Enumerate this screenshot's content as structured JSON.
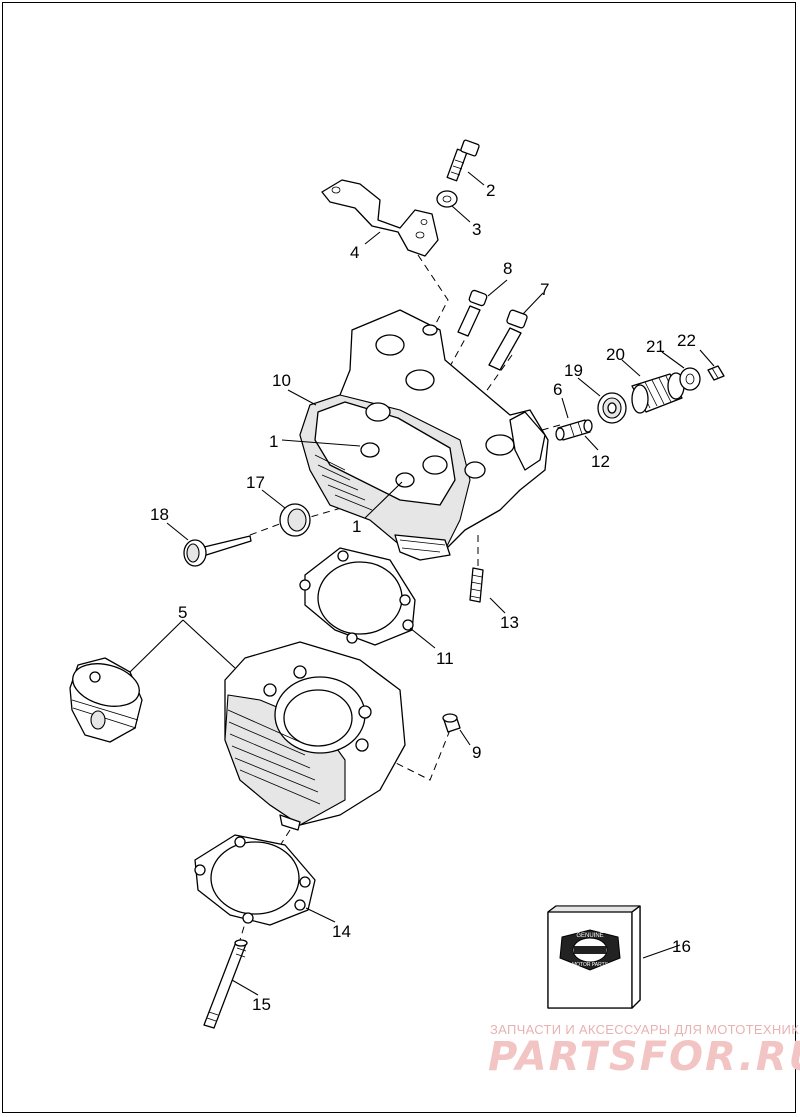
{
  "callouts": [
    {
      "id": "c1a",
      "text": "1"
    },
    {
      "id": "c1b",
      "text": "1"
    },
    {
      "id": "c2",
      "text": "2"
    },
    {
      "id": "c3",
      "text": "3"
    },
    {
      "id": "c4",
      "text": "4"
    },
    {
      "id": "c5",
      "text": "5"
    },
    {
      "id": "c6",
      "text": "6"
    },
    {
      "id": "c7",
      "text": "7"
    },
    {
      "id": "c8",
      "text": "8"
    },
    {
      "id": "c9",
      "text": "9"
    },
    {
      "id": "c10",
      "text": "10"
    },
    {
      "id": "c11",
      "text": "11"
    },
    {
      "id": "c12",
      "text": "12"
    },
    {
      "id": "c13",
      "text": "13"
    },
    {
      "id": "c14",
      "text": "14"
    },
    {
      "id": "c15",
      "text": "15"
    },
    {
      "id": "c16",
      "text": "16"
    },
    {
      "id": "c17",
      "text": "17"
    },
    {
      "id": "c18",
      "text": "18"
    },
    {
      "id": "c19",
      "text": "19"
    },
    {
      "id": "c20",
      "text": "20"
    },
    {
      "id": "c21",
      "text": "21"
    },
    {
      "id": "c22",
      "text": "22"
    }
  ],
  "watermark": {
    "subtitle": "ЗАПЧАСТИ И АКСЕССУАРЫ ДЛЯ МОТОТЕХНИКИ",
    "brand": "PARTSFOR.RU",
    "color": "#f2c4c4"
  },
  "box_logo": {
    "top": "GENUINE",
    "bottom": "MOTOR PARTS"
  }
}
